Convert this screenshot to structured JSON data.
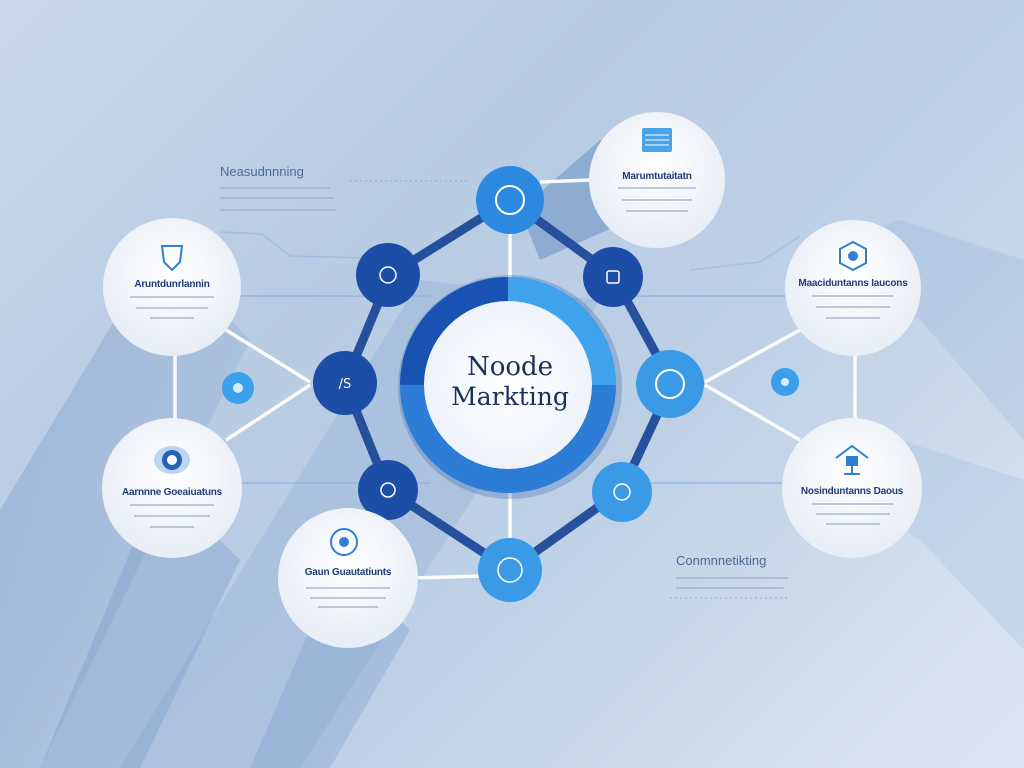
{
  "hub": {
    "line1": "Noode",
    "line2": "Markting"
  },
  "cards": {
    "top": {
      "title": "Marumtutaitatn"
    },
    "left_upper": {
      "title": "Aruntdunrlannin"
    },
    "left_lower": {
      "title": "Aarnnne Goeaiuatuns"
    },
    "bottom": {
      "title": "Gaun Guautatiunts"
    },
    "right_upper": {
      "title": "Maaciduntanns Iaucons"
    },
    "right_lower": {
      "title": "Nosinduntanns Daous"
    }
  },
  "labels": {
    "top_left": "Neasudnnning",
    "bottom_right": "Conmnnetikting"
  },
  "colors": {
    "hub_ring": "#1c5fc2",
    "node_dark": "#1f4fa5",
    "node_light": "#3e9ae6",
    "card_fill": "#f4f7fb",
    "title_dark": "#1a2f5a",
    "text_blue": "#1f3c78"
  },
  "icons": [
    "shield-icon",
    "target-icon",
    "book-icon",
    "gear-icon",
    "hub-icon",
    "sensor-icon"
  ]
}
